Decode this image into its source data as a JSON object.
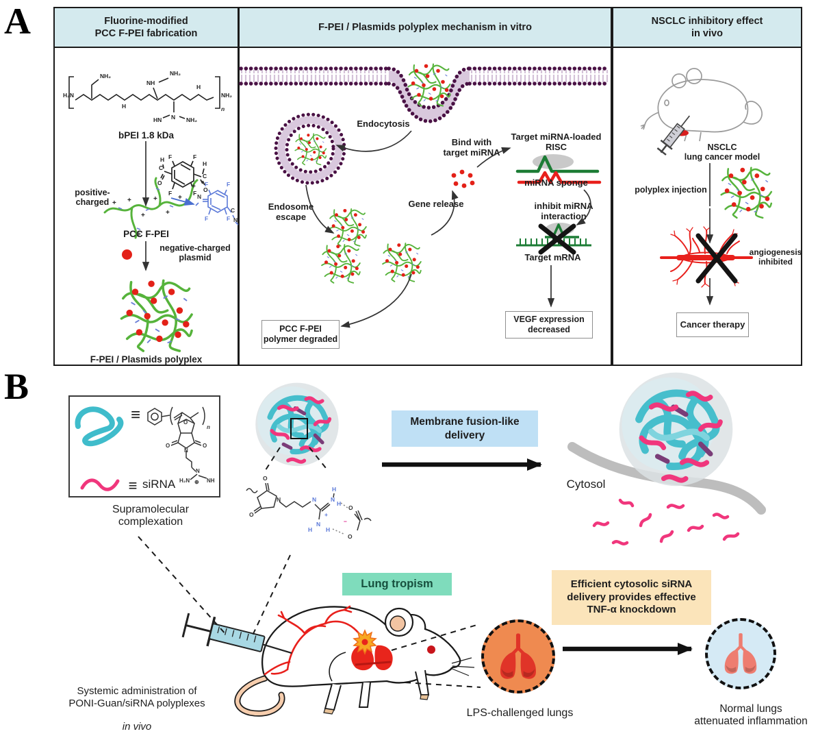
{
  "panel_a": {
    "label": "A",
    "columns": [
      {
        "header": "Fluorine-modified\nPCC F-PEI fabrication"
      },
      {
        "header": "F-PEI / Plasmids polyplex mechanism in vitro"
      },
      {
        "header": "NSCLC inhibitory effect\nin vivo"
      }
    ],
    "col1": {
      "bpei_label": "bPEI 1.8 kDa",
      "positive_charged": "positive-\ncharged",
      "pcc_fpei": "PCC F-PEI",
      "negative_plasmid": "negative-charged\nplasmid",
      "polyplex_label": "F-PEI / Plasmids polyplex"
    },
    "col2": {
      "endocytosis": "Endocytosis",
      "endosome_escape": "Endosome\nescape",
      "gene_release": "Gene release",
      "bind_with": "Bind with\ntarget miRNA",
      "risc": "Target miRNA-loaded\nRISC",
      "mirna_sponge": "miRNA sponge",
      "inhibit": "inhibit miRNA\ninteraction",
      "target_mrna": "Target mRNA",
      "degraded_box": "PCC F-PEI\npolymer degraded",
      "vegf_box": "VEGF expression\ndecreased"
    },
    "col3": {
      "nsclc_model": "NSCLC\nlung cancer model",
      "polyplex_injection": "polyplex injection",
      "angiogenesis": "angiogenesis\ninhibited",
      "cancer_therapy": "Cancer therapy"
    }
  },
  "panel_b": {
    "label": "B",
    "sirna": "siRNA",
    "supramolecular": "Supramolecular\ncomplexation",
    "membrane_fusion": "Membrane fusion-like\ndelivery",
    "cytosol": "Cytosol",
    "lung_tropism": "Lung tropism",
    "efficient_box": "Efficient cytosolic siRNA\ndelivery provides effective\nTNF-α knockdown",
    "systemic_admin": "Systemic administration of\nPONI-Guan/siRNA polyplexes",
    "systemic_in_vivo": "in vivo",
    "lps_lungs": "LPS-challenged lungs",
    "normal_lungs": "Normal lungs\nattenuated inflammation"
  },
  "chem": {
    "nh2": "NH₂",
    "hn": "HN",
    "h2n": "H₂N",
    "nh": "NH",
    "n": "N",
    "h": "H",
    "c": "C",
    "o": "O",
    "f": "F",
    "plus": "+",
    "minus": "−",
    "oplus": "⊕",
    "n_repeat": "n",
    "equiv": "≡"
  },
  "colors": {
    "header_bg": "#d4eaee",
    "fusion_bg": "#bfe0f5",
    "tropism_bg": "#7fdcbc",
    "efficient_bg": "#fbe4ba",
    "lps_circle_bg": "#ef8a50",
    "normal_circle_bg": "#d5eaf5",
    "polymer_green": "#56b33b",
    "plasmid_red": "#e32118",
    "sirna_pink": "#f0367c",
    "polymer_teal": "#3fbccb",
    "membrane_purple": "#4a1245"
  }
}
